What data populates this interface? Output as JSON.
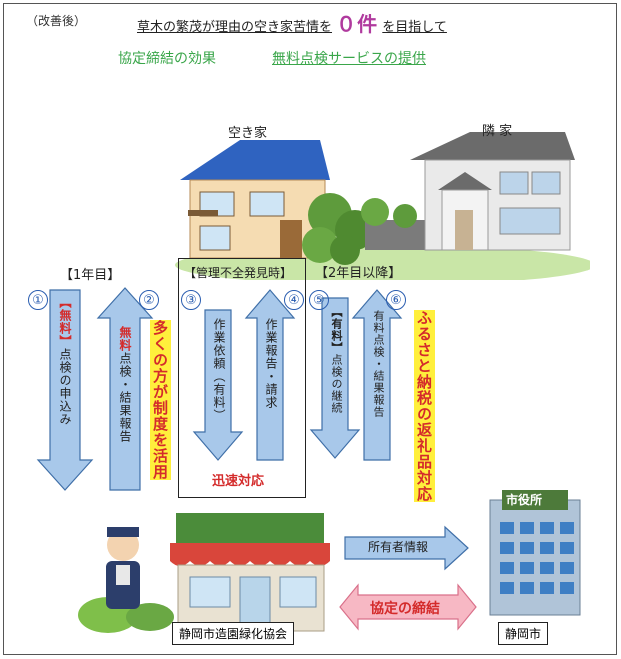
{
  "header": {
    "note": "（改善後）",
    "headline_pre": "草木の繁茂が理由の空き家苦情を",
    "headline_zero": "０件",
    "headline_post": "を目指して",
    "sub_left": "協定締結の効果",
    "sub_right": "無料点検サービスの提供"
  },
  "labels": {
    "vacant_house": "空き家",
    "neighbor_house": "隣 家",
    "year1": "【1年目】",
    "mgmt": "【管理不全発見時】",
    "year2": "【2年目以降】",
    "rapid": "迅速対応",
    "owner_info": "所有者情報",
    "agreement": "協定の締結",
    "assoc": "静岡市造園緑化協会",
    "city": "静岡市",
    "city_sign": "市役所"
  },
  "steps": [
    {
      "num": "①",
      "bracket": "【無料】",
      "text": "点検の申込み"
    },
    {
      "num": "②",
      "prefix": "無料",
      "text": "点検・結果報告"
    },
    {
      "num": "③",
      "text": "作業依頼（有料）"
    },
    {
      "num": "④",
      "text": "作業報告・請求"
    },
    {
      "num": "⑤",
      "bracket": "【有料】",
      "text": "点検の継続"
    },
    {
      "num": "⑥",
      "text": "有料点検・結果報告"
    }
  ],
  "callouts": {
    "left": "多くの方が制度を活用",
    "right": "ふるさと納税の返礼品対応"
  },
  "colors": {
    "arrow_fill": "#a8c8ea",
    "arrow_stroke": "#3f6fa8",
    "green_text": "#3aa64a",
    "red_text": "#d42b2b",
    "purple_zero": "#b03a9e",
    "highlight": "#ffef3c",
    "agreement_arrow": "#f7b8c4"
  }
}
